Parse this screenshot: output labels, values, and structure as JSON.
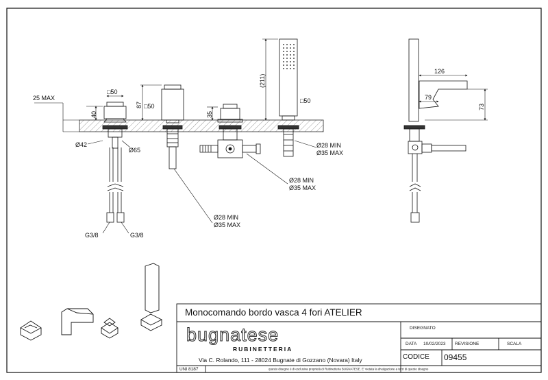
{
  "dimensions": {
    "max25": "25 MAX",
    "h40": "40",
    "h87": "87",
    "h35": "35",
    "h211": "(211)",
    "sq50a": "□50",
    "sq50b": "□50",
    "sq50c": "□50",
    "d42": "Ø42",
    "d65": "Ø65",
    "d28min_a": "Ø28 MIN",
    "d35max_a": "Ø35 MAX",
    "d28min_b": "Ø28 MIN",
    "d35max_b": "Ø35 MAX",
    "d28min_c": "Ø28 MIN",
    "d35max_c": "Ø35 MAX",
    "g38a": "G3/8",
    "g38b": "G3/8",
    "w126": "126",
    "w79": "79",
    "h73": "73"
  },
  "title_block": {
    "title": "Monocomando bordo vasca 4 fori ATELIER",
    "brand": "bugnatese",
    "brand_sub": "RUBINETTERIA",
    "address": "Via C. Rolando, 111 - 28024 Bugnate di Gozzano (Novara) Italy",
    "standard": "UNI 8187",
    "disclaimer": "questo disegno è di esclusiva proprietà di Rubinetteria BUGNATESE. E' vietata la divulgazione a terzi di questo disegno",
    "disegnato_label": "DISEGNATO",
    "data_label": "DATA",
    "data_value": "10/02/2023",
    "revisione_label": "REVISIONE",
    "scala_label": "SCALA",
    "codice_label": "CODICE",
    "codice_value": "09455"
  }
}
